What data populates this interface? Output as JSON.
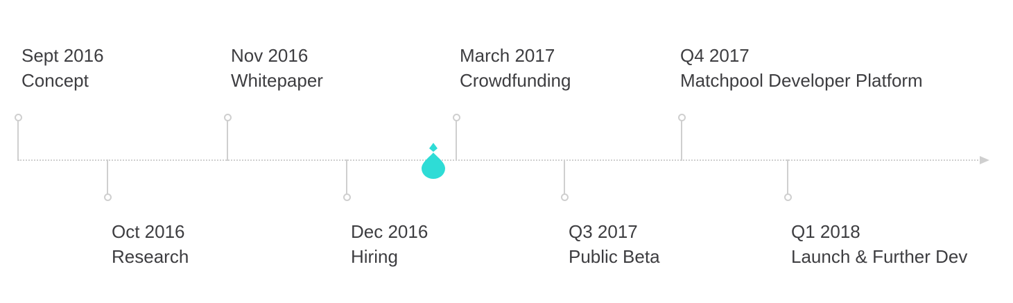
{
  "timeline": {
    "milestones": [
      {
        "date": "Sept 2016",
        "title": "Concept"
      },
      {
        "date": "Oct 2016",
        "title": "Research"
      },
      {
        "date": "Nov 2016",
        "title": "Whitepaper"
      },
      {
        "date": "Dec 2016",
        "title": "Hiring"
      },
      {
        "date": "March 2017",
        "title": "Crowdfunding"
      },
      {
        "date": "Q3 2017",
        "title": "Public Beta"
      },
      {
        "date": "Q4 2017",
        "title": "Matchpool Developer Platform"
      },
      {
        "date": "Q1 2018",
        "title": "Launch & Further Dev"
      }
    ],
    "current_marker_icon": "drop-icon",
    "colors": {
      "line": "#cfcfcf",
      "text": "#3d3d40",
      "marker": "#2edcd6"
    }
  }
}
